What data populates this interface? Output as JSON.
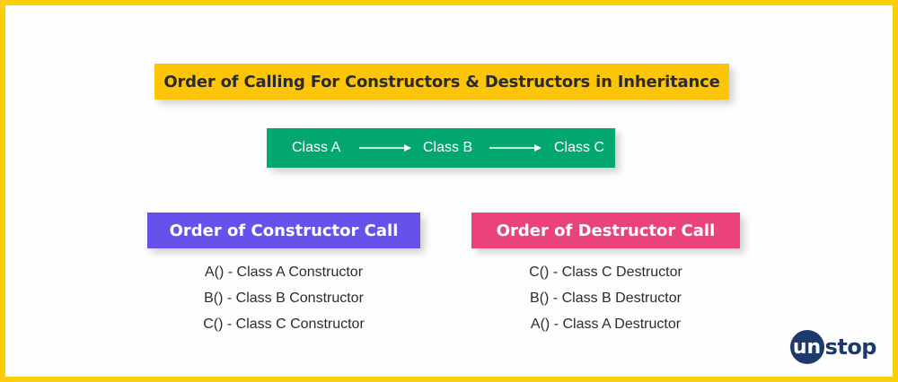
{
  "title": "Order of Calling For Constructors & Destructors in Inheritance",
  "inheritance_chain": [
    "Class A",
    "Class B",
    "Class C"
  ],
  "constructor_section": {
    "header": "Order of Constructor Call",
    "items": [
      "A() - Class A Constructor",
      "B() - Class B Constructor",
      "C() - Class C Constructor"
    ]
  },
  "destructor_section": {
    "header": "Order of Destructor Call",
    "items": [
      "C() - Class C Destructor",
      "B() - Class B Destructor",
      "A() - Class A Destructor"
    ]
  },
  "logo": {
    "badge": "un",
    "rest": "stop"
  },
  "colors": {
    "border": "#fccf0c",
    "title_bg": "#fcc50a",
    "chain_bg": "#03a86e",
    "constructor_bg": "#6552eb",
    "destructor_bg": "#e9437a",
    "logo": "#1e3a6b"
  }
}
